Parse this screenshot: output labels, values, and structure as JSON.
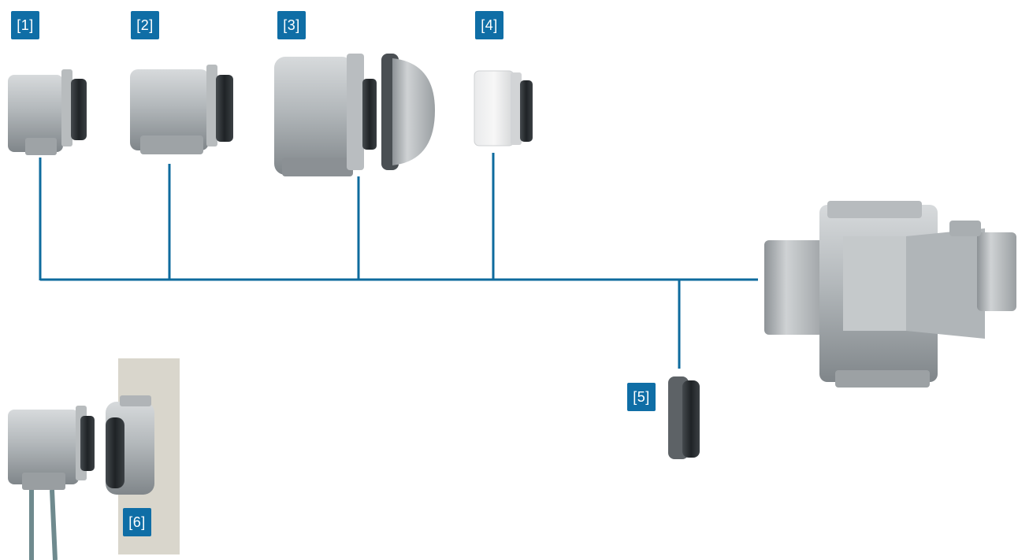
{
  "labels": {
    "l1": "[1]",
    "l2": "[2]",
    "l3": "[3]",
    "l4": "[4]",
    "l5": "[5]",
    "l6": "[6]"
  },
  "colors": {
    "accent": "#0f6ea6",
    "line": "#0e6b9e",
    "metal_light": "#c8cbcd",
    "metal_mid": "#a3a8ab",
    "metal_dark": "#6e7377",
    "thread_dark": "#2a2e31",
    "panel": "#d9d6cc"
  },
  "icons": {
    "c1": "terminal-housing-small-icon",
    "c2": "terminal-housing-long-icon",
    "c3": "terminal-housing-large-with-cover-icon",
    "c4": "adapter-ring-icon",
    "c5": "blanking-ring-icon",
    "c6": "wall-mount-housing-icon",
    "main": "sensor-body-icon"
  }
}
